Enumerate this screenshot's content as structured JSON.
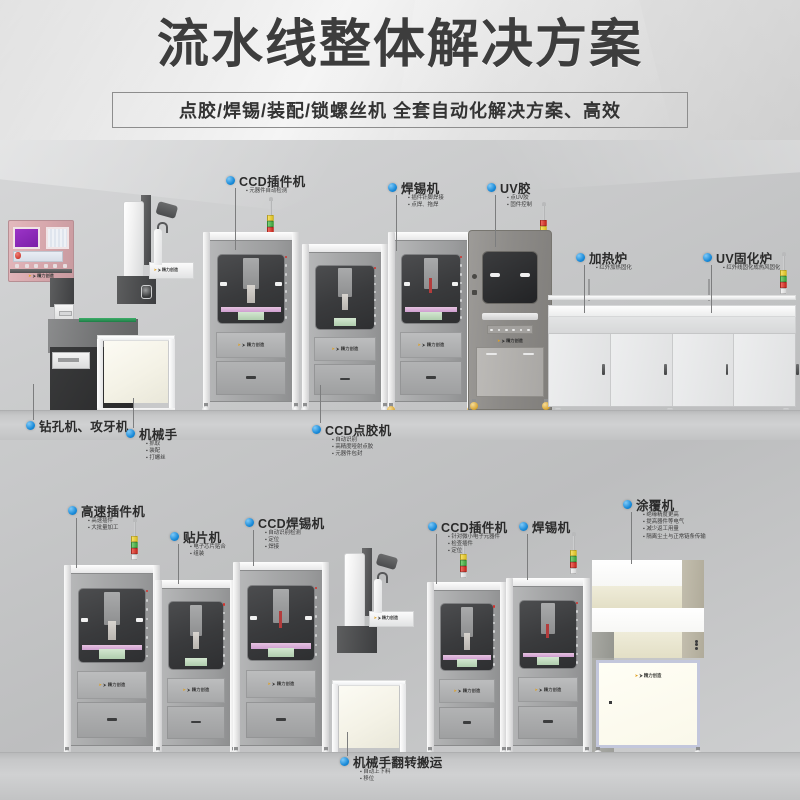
{
  "header": {
    "title": "流水线整体解决方案",
    "subtitle": "点胶/焊锡/装配/锁螺丝机  全套自动化解决方案、高效"
  },
  "brand_mark": "⮞ 精力创造",
  "upper_line": {
    "callouts": [
      {
        "name": "ccd-insert-machine",
        "title": "CCD插件机",
        "bullets": [
          "元器件自动检测"
        ]
      },
      {
        "name": "soldering-machine",
        "title": "焊锡机",
        "bullets": [
          "插件针脚焊接",
          "点焊、拖焊"
        ]
      },
      {
        "name": "uv-glue",
        "title": "UV胶",
        "bullets": [
          "点UV胶",
          "固件控制"
        ]
      },
      {
        "name": "heating-oven",
        "title": "加热炉",
        "bullets": [
          "红外加热固化"
        ]
      },
      {
        "name": "uv-curing-oven",
        "title": "UV固化炉",
        "bullets": [
          "红外线固化成热风固化"
        ]
      },
      {
        "name": "drilling-tapping-machine",
        "title": "钻孔机、攻牙机",
        "bullets": []
      },
      {
        "name": "robot-manipulator",
        "title": "机械手",
        "bullets": [
          "抓取",
          "装配",
          "打螺丝"
        ]
      },
      {
        "name": "ccd-dispensing-machine",
        "title": "CCD点胶机",
        "bullets": [
          "自动识别",
          "高精度哑射点胶",
          "元器件包封"
        ]
      }
    ]
  },
  "lower_line": {
    "callouts": [
      {
        "name": "high-speed-insert-machine",
        "title": "高速插件机",
        "bullets": [
          "高速插件",
          "大批量加工"
        ]
      },
      {
        "name": "chip-mounter",
        "title": "贴片机",
        "bullets": [
          "电子芯片贴合",
          "组装"
        ]
      },
      {
        "name": "ccd-soldering-machine",
        "title": "CCD焊锡机",
        "bullets": [
          "自动识别检测",
          "定位",
          "焊接"
        ]
      },
      {
        "name": "ccd-insert-machine-2",
        "title": "CCD插件机",
        "bullets": [
          "针对微小电子元器件",
          "检查插件",
          "定位"
        ]
      },
      {
        "name": "soldering-machine-2",
        "title": "焊锡机",
        "bullets": []
      },
      {
        "name": "coating-machine",
        "title": "涂覆机",
        "bullets": [
          "绝缘精度更高",
          "提高器件等电气",
          "减少返工用量",
          "隔离尘土与正常链条传输"
        ]
      },
      {
        "name": "robot-flip-transfer",
        "title": "机械手翻转搬运",
        "bullets": [
          "自动上下料",
          "移位"
        ]
      }
    ]
  },
  "colors": {
    "accent_dot": "#1789d8",
    "title_text": "#3d3d3d",
    "machine_body": "#a6a7a8",
    "frame_white": "#f4f4f4",
    "tower_yellow": "#e8d13e",
    "tower_green": "#4fa84b",
    "tower_red": "#d2322d",
    "screen_purple": "#8b2bb5",
    "console_pink": "#d6a6ab",
    "coater_cream": "#e9e5cd"
  }
}
